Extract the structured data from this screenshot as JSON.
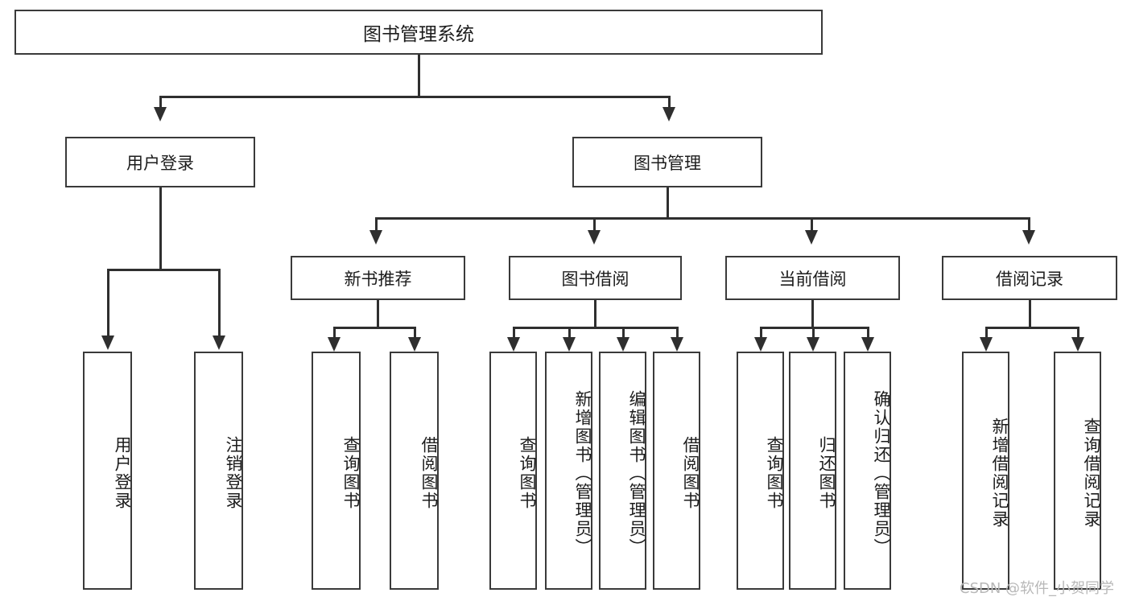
{
  "diagram": {
    "title": "图书管理系统",
    "type": "tree-hierarchy",
    "watermark": "CSDN @软件_小贺同学",
    "colors": {
      "box_border": "#3a3a3a",
      "connector": "#2f2f2f",
      "background": "#ffffff",
      "text": "#1c1c1c",
      "watermark": "#b8b8b8"
    }
  },
  "root": {
    "label": "图书管理系统"
  },
  "level2": [
    {
      "label": "用户登录"
    },
    {
      "label": "图书管理"
    }
  ],
  "level3": [
    {
      "label": "新书推荐"
    },
    {
      "label": "图书借阅"
    },
    {
      "label": "当前借阅"
    },
    {
      "label": "借阅记录"
    }
  ],
  "leaves": {
    "user_login": [
      {
        "label": "用户登录"
      },
      {
        "label": "注销登录"
      }
    ],
    "new_book_recommend": [
      {
        "label": "查询图书"
      },
      {
        "label": "借阅图书"
      }
    ],
    "book_borrow": [
      {
        "label": "查询图书"
      },
      {
        "label": "新增图书（管理员）"
      },
      {
        "label": "编辑图书（管理员）"
      },
      {
        "label": "借阅图书"
      }
    ],
    "current_borrow": [
      {
        "label": "查询图书"
      },
      {
        "label": "归还图书"
      },
      {
        "label": "确认归还（管理员）"
      }
    ],
    "borrow_record": [
      {
        "label": "新增借阅记录"
      },
      {
        "label": "查询借阅记录"
      }
    ]
  }
}
